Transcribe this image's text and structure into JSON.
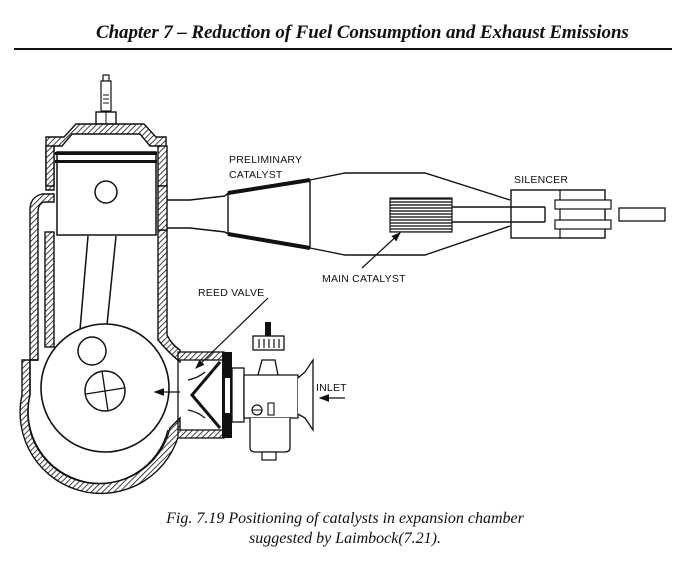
{
  "header": {
    "chapter_title": "Chapter 7 – Reduction of Fuel Consumption and Exhaust Emissions"
  },
  "diagram": {
    "labels": {
      "preliminary_catalyst_line1": "PRELIMINARY",
      "preliminary_catalyst_line2": "CATALYST",
      "silencer": "SILENCER",
      "main_catalyst": "MAIN CATALYST",
      "reed_valve": "REED VALVE",
      "inlet": "INLET"
    },
    "components": [
      "spark-plug",
      "cylinder-head",
      "piston",
      "connecting-rod",
      "crankcase",
      "crankshaft",
      "transfer-port",
      "exhaust-pipe",
      "preliminary-catalyst",
      "expansion-chamber",
      "main-catalyst",
      "silencer",
      "reed-valve",
      "carburettor",
      "inlet"
    ]
  },
  "caption": {
    "line1": "Fig. 7.19 Positioning of catalysts in expansion chamber",
    "line2": "suggested by Laimbock(7.21)."
  }
}
